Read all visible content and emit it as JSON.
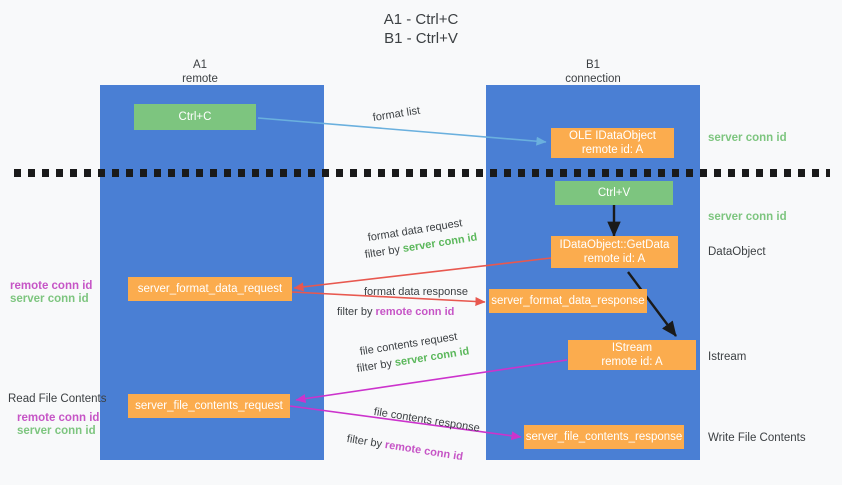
{
  "title": "A1 - Ctrl+C\nB1 - Ctrl+V",
  "columns": [
    {
      "name": "A1",
      "role": "remote",
      "label": "A1\nremote"
    },
    {
      "name": "B1",
      "role": "connection",
      "label": "B1\nconnection"
    }
  ],
  "colors": {
    "lane": "#4a7fd4",
    "green_box": "#7dc57f",
    "orange_box": "#fbac4e",
    "server_conn_id": "#7dc57f",
    "remote_conn_id": "#c655c6",
    "arrow_blue": "#6ab0de",
    "arrow_red": "#e8584f",
    "arrow_magenta": "#cc33cc",
    "arrow_black": "#1a1a1a",
    "background": "#f8f9fa",
    "text": "#3c4043"
  },
  "boxes": {
    "ctrl_c": "Ctrl+C",
    "ctrl_v": "Ctrl+V",
    "ole_idataobject": "OLE IDataObject\nremote id: A",
    "idataobject_getdata": "IDataObject::GetData\nremote id: A",
    "istream": "IStream\nremote id: A",
    "server_format_data_request": "server_format_data_request",
    "server_format_data_response": "server_format_data_response",
    "server_file_contents_request": "server_file_contents_request",
    "server_file_contents_response": "server_file_contents_response"
  },
  "right_notes": {
    "server_conn_id_1": "server conn id",
    "server_conn_id_2": "server conn id",
    "data_object": "DataObject",
    "istream": "Istream",
    "write_file_contents": "Write File Contents"
  },
  "left_notes": {
    "remote_conn_id_1": "remote conn id",
    "server_conn_id_1": "server conn id",
    "read_file_contents": "Read File Contents",
    "remote_conn_id_2": "remote conn id",
    "server_conn_id_2": "server conn id"
  },
  "edges": [
    {
      "id": "format-list",
      "label": "format list",
      "filter_prefix": "",
      "filter_value": "",
      "color": "#6ab0de"
    },
    {
      "id": "format-data-request",
      "label": "format data request",
      "filter_prefix": "filter by ",
      "filter_value": "server conn id",
      "filter_color": "server",
      "color": "#e8584f"
    },
    {
      "id": "format-data-response",
      "label": "format data response",
      "filter_prefix": "filter by ",
      "filter_value": "remote conn id",
      "filter_color": "remote",
      "color": "#e8584f"
    },
    {
      "id": "file-contents-request",
      "label": "file contents request",
      "filter_prefix": "filter by ",
      "filter_value": "server conn id",
      "filter_color": "server",
      "color": "#cc33cc"
    },
    {
      "id": "file-contents-response",
      "label": "file contents response",
      "filter_prefix": "filter by ",
      "filter_value": "remote conn id",
      "filter_color": "remote",
      "color": "#cc33cc"
    }
  ]
}
